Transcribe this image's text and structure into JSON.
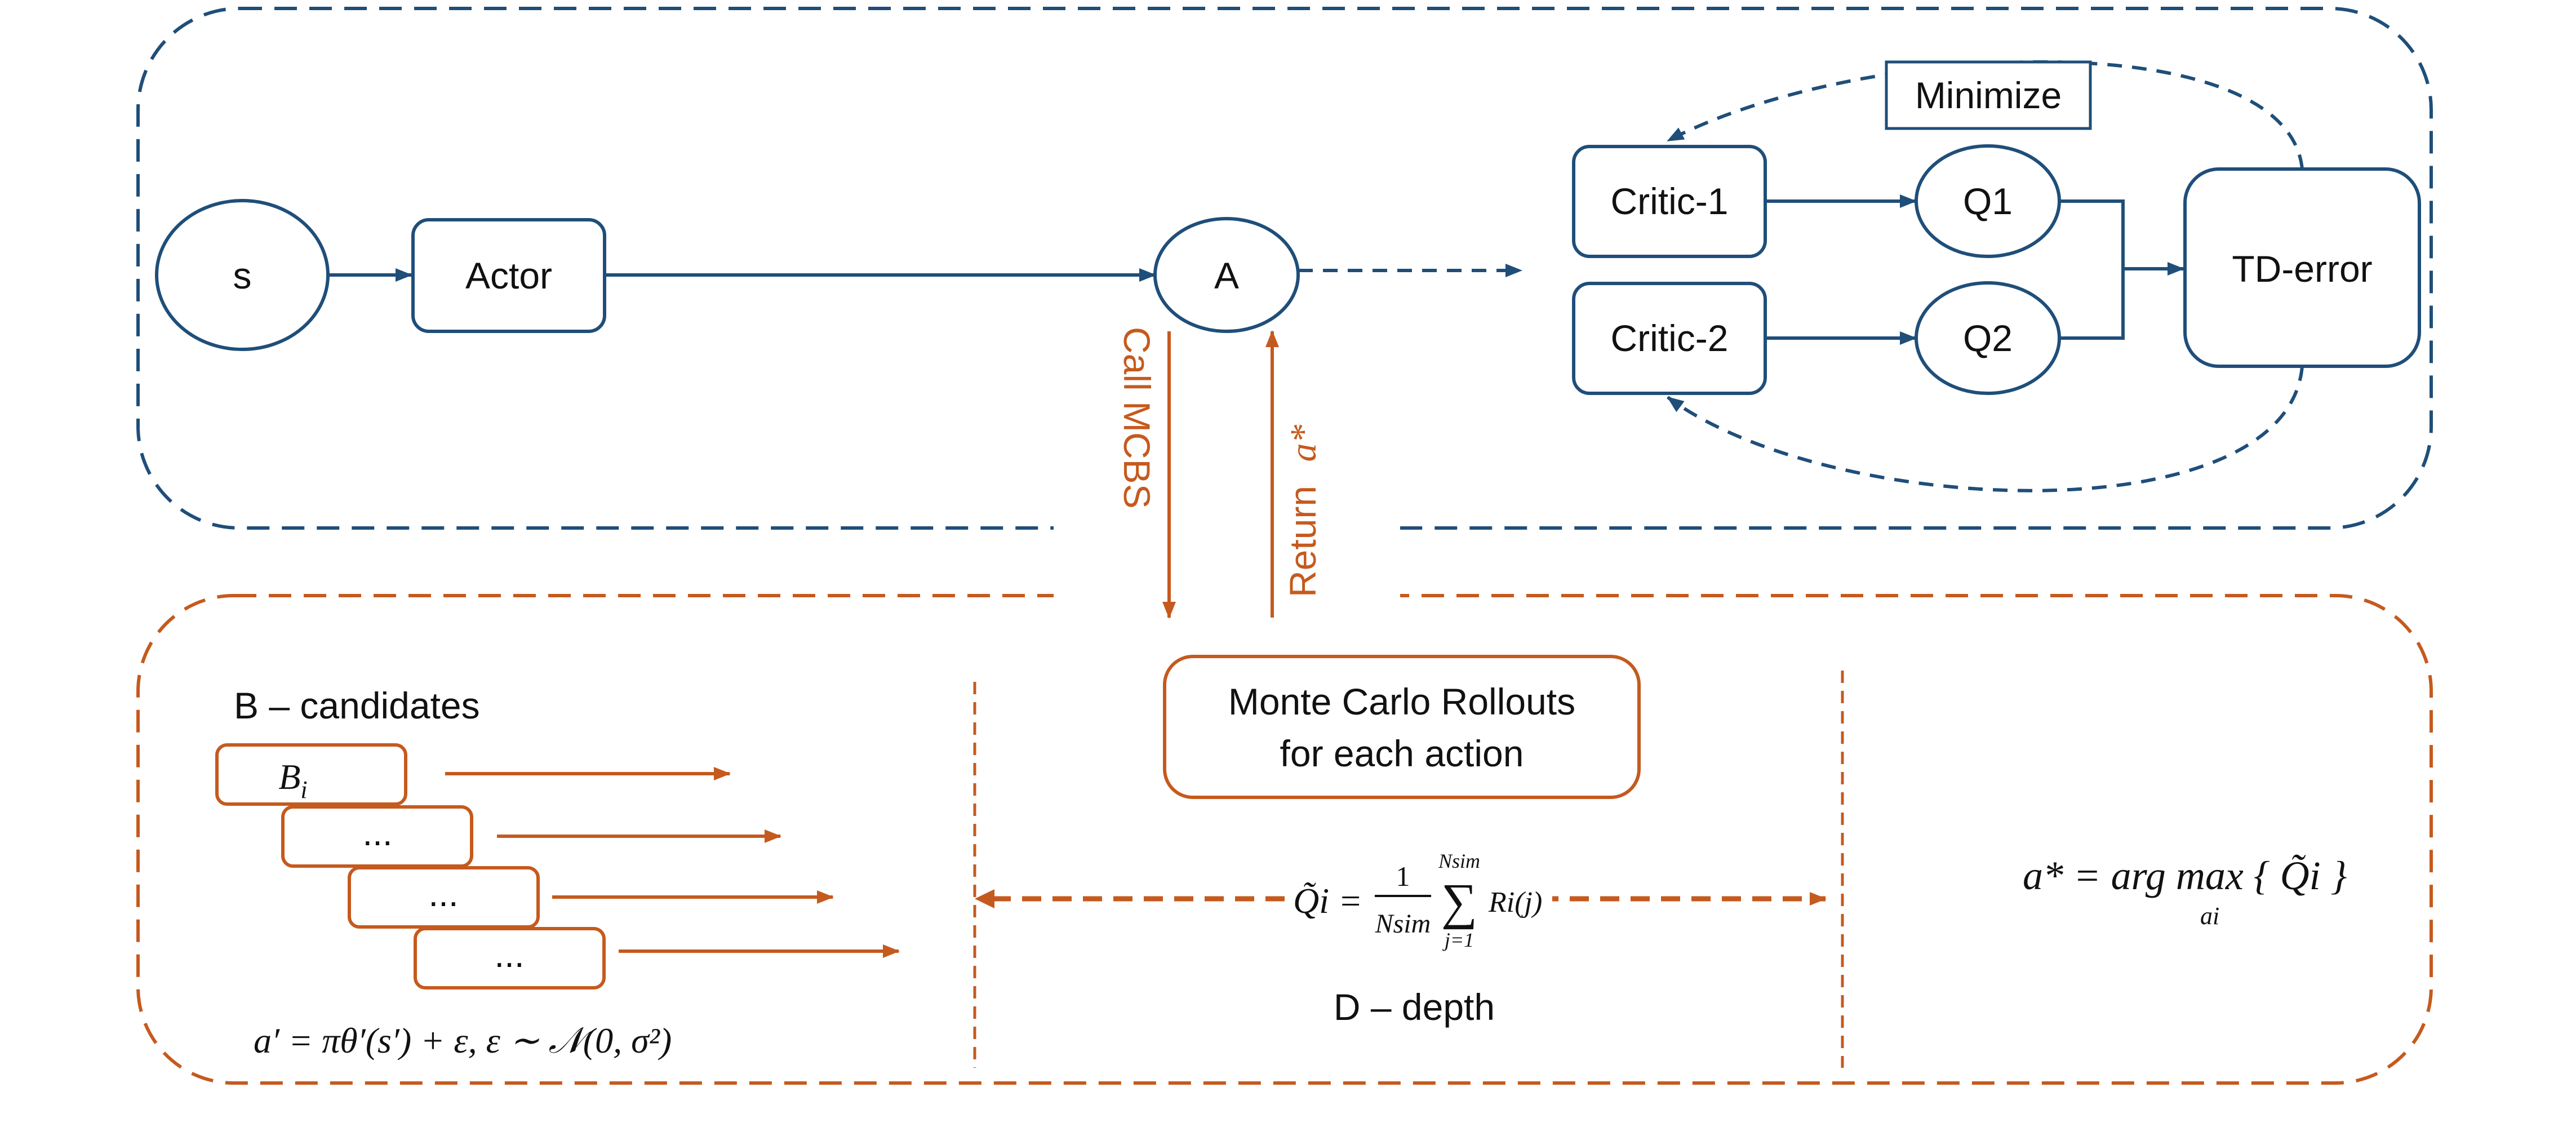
{
  "top": {
    "state_label": "s",
    "actor_label": "Actor",
    "action_label": "A",
    "critic1_label": "Critic-1",
    "critic2_label": "Critic-2",
    "q1_label": "Q1",
    "q2_label": "Q2",
    "td_label": "TD-error",
    "minimize_label": "Minimize"
  },
  "links": {
    "call_label": "Call MCBS",
    "return_label": "Return",
    "return_symbol": "a*"
  },
  "bottom": {
    "candidates_title": "B – candidates",
    "candidate_first": "B",
    "candidate_first_sub": "i",
    "candidate_dots": [
      "...",
      "...",
      "..."
    ],
    "rollouts_line1": "Monte Carlo Rollouts",
    "rollouts_line2": "for each action",
    "depth_label": "D – depth",
    "policy_formula": "a′ = πθ′(s′) + ε,    ε ∼ 𝒩(0, σ²)",
    "q_formula_lhs": "Q̃i =",
    "q_formula_frac_num": "1",
    "q_formula_frac_den": "Nsim",
    "q_formula_sum_top": "Nsim",
    "q_formula_sum_bottom": "j=1",
    "q_formula_term": "Ri(j)",
    "argmax_formula": "a* = arg max { Q̃i }",
    "argmax_sub": "ai"
  },
  "colors": {
    "navy": "#1f4e79",
    "orange": "#c55a1e"
  }
}
